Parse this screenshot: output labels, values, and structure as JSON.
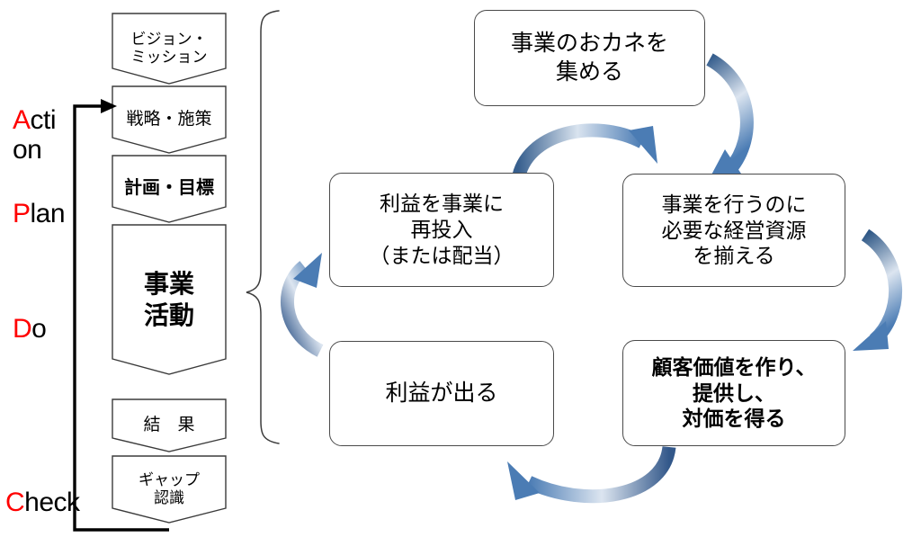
{
  "diagram": {
    "title": "PDCA cycle and business money cycle diagram",
    "colors": {
      "accent_red": "#FF0000",
      "arrow_blue": "#41699F",
      "arrow_blue_light": "#5B8AC0",
      "outline_gray": "#4a4a4a",
      "outline_black": "#000000",
      "background": "#FFFFFF"
    }
  },
  "pdca_labels": [
    {
      "id": "action",
      "accent": "A",
      "rest": "cti\non",
      "full": "Action"
    },
    {
      "id": "plan",
      "accent": "P",
      "rest": "lan",
      "full": "Plan"
    },
    {
      "id": "do",
      "accent": "D",
      "rest": "o",
      "full": "Do"
    },
    {
      "id": "check",
      "accent": "C",
      "rest": "heck",
      "full": "Check"
    }
  ],
  "process_steps": [
    {
      "id": "vision-mission",
      "text": "ビジョン・\nミッション",
      "bold": false
    },
    {
      "id": "strategy-measures",
      "text": "戦略・施策",
      "bold": false
    },
    {
      "id": "plan-goal",
      "text": "計画・目標",
      "bold": true
    },
    {
      "id": "business-activity",
      "text": "事業\n活動",
      "bold": true
    },
    {
      "id": "result",
      "text": "結　果",
      "bold": false
    },
    {
      "id": "gap-recognition",
      "text": "ギャップ\n認識",
      "bold": false
    }
  ],
  "cycle_boxes": [
    {
      "id": "collect-money",
      "text": "事業のおカネを\n集める",
      "bold": false
    },
    {
      "id": "prepare-resources",
      "text": "事業を行うのに\n必要な経営資源\nを揃える",
      "bold": false
    },
    {
      "id": "create-value",
      "text": "顧客価値を作り、\n提供し、\n対価を得る",
      "bold": true
    },
    {
      "id": "profit-arises",
      "text": "利益が出る",
      "bold": false
    },
    {
      "id": "reinvest",
      "text": "利益を事業に\n再投入\n（または配当）",
      "bold": false
    }
  ],
  "cycle_arrows": [
    {
      "id": "arrow-top-right",
      "from": "collect-money",
      "to": "prepare-resources"
    },
    {
      "id": "arrow-right",
      "from": "prepare-resources",
      "to": "create-value"
    },
    {
      "id": "arrow-bottom",
      "from": "create-value",
      "to": "profit-arises"
    },
    {
      "id": "arrow-left",
      "from": "profit-arises",
      "to": "reinvest"
    },
    {
      "id": "arrow-top-left",
      "from": "reinvest",
      "to": "collect-money"
    }
  ],
  "connectors": [
    {
      "id": "feedback-loop",
      "description": "gap-recognition back to strategy-measures"
    },
    {
      "id": "scope-brace",
      "description": "left curly brace grouping the business cycle"
    }
  ]
}
